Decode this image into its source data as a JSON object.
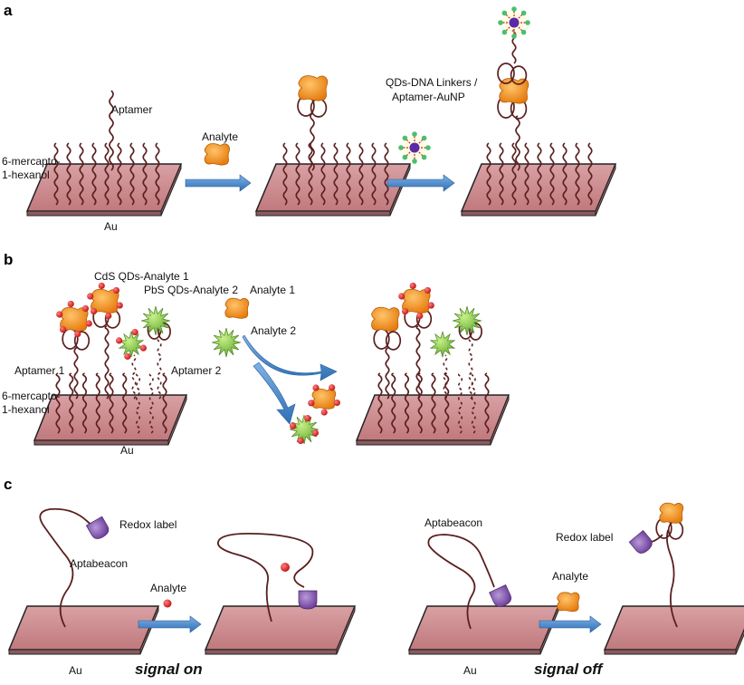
{
  "panels": {
    "a": {
      "letter": "a",
      "aptamer": "Aptamer",
      "mch_line1": "6-mercapto-",
      "mch_line2": "1-hexanol",
      "au": "Au",
      "analyte": "Analyte",
      "linkers_line1": "QDs-DNA Linkers /",
      "linkers_line2": "Aptamer-AuNP"
    },
    "b": {
      "letter": "b",
      "cds": "CdS QDs-Analyte 1",
      "pbs": "PbS QDs-Analyte 2",
      "analyte1": "Analyte 1",
      "analyte2": "Analyte 2",
      "aptamer1": "Aptamer 1",
      "aptamer2": "Aptamer 2",
      "mch_line1": "6-mercapto-",
      "mch_line2": "1-hexanol",
      "au": "Au"
    },
    "c": {
      "letter": "c",
      "redox_left": "Redox label",
      "aptabeacon_left": "Aptabeacon",
      "analyte_left": "Analyte",
      "au_left": "Au",
      "signal_on": "signal on",
      "aptabeacon_right": "Aptabeacon",
      "redox_right": "Redox label",
      "analyte_right": "Analyte",
      "au_right": "Au",
      "signal_off": "signal off"
    }
  },
  "colors": {
    "gold_surface": "#c98a8e",
    "gold_edge": "#8a5a5e",
    "dna": "#5a1f1f",
    "arrow": "#3f7fc4",
    "analyte_orange": "#f08a1a",
    "qd_red": "#d22a2a",
    "pbs_green": "#7cc23c",
    "pbs_dot": "#3b2a9a",
    "redox_purple": "#7a4aa6",
    "analyte_red_dot": "#d42020"
  }
}
